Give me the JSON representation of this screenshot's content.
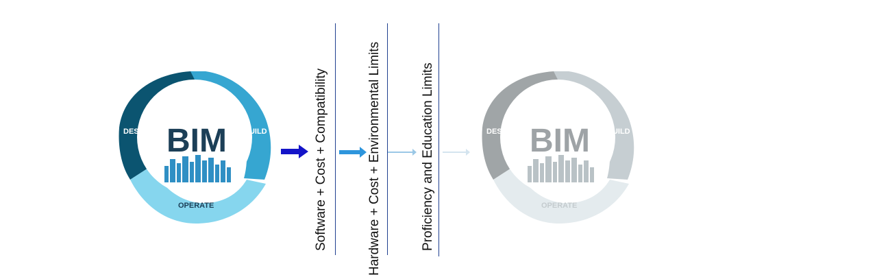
{
  "cycles": [
    {
      "center": "BIM",
      "stages": {
        "design": "DESIGN",
        "build": "BUILD",
        "operate": "OPERATE"
      },
      "colors": {
        "design": "#0b5470",
        "build": "#36a6d1",
        "operate": "#86d6ee",
        "text": "#1c3f57",
        "city": "#2f8fc4"
      },
      "faded": false
    },
    {
      "center": "BIM",
      "stages": {
        "design": "DESIGN",
        "build": "BUILD",
        "operate": "OPERATE"
      },
      "colors": {
        "design": "#a0a5a7",
        "build": "#c6ced2",
        "operate": "#e4ebee",
        "text": "#9ea3a6",
        "city": "#b9c2c6"
      },
      "faded": true
    }
  ],
  "limits": [
    {
      "label": "Software + Cost + Compatibility",
      "arrow_color": "#1414c8"
    },
    {
      "label": "Hardware + Cost + Environmental Limits",
      "arrow_color": "#2e95dc"
    },
    {
      "label": "Proficiency and Education Limits",
      "arrow_color": "#9bc8e6"
    },
    {
      "arrow_color": "#d4e4ef"
    }
  ]
}
